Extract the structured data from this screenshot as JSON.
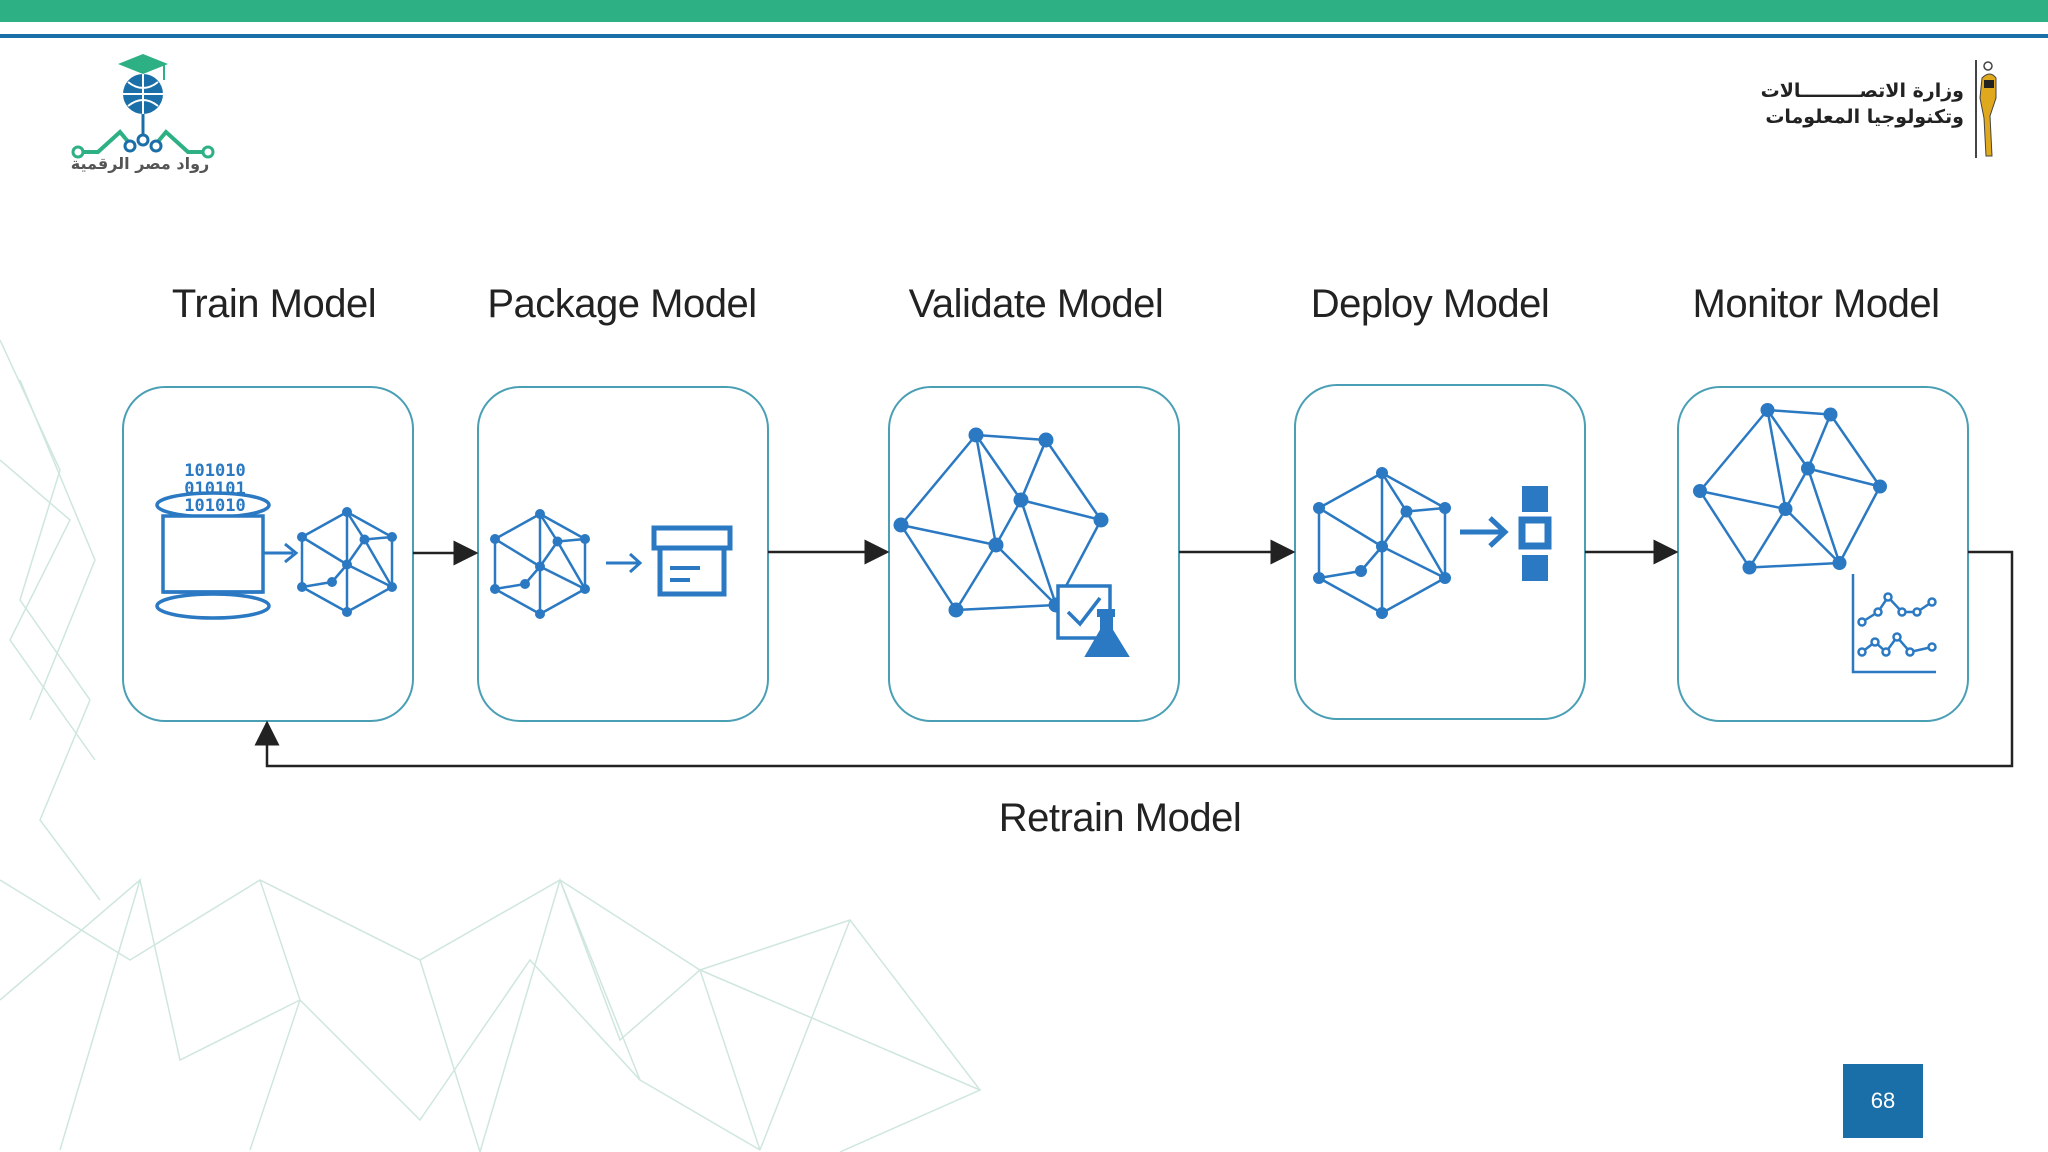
{
  "header": {
    "left_logo_text": "رواد مصر الرقمية",
    "ministry_line1": "وزارة الاتصـــــــــالات",
    "ministry_line2": "وتكنولوجيا المعلومات"
  },
  "diagram": {
    "stages": [
      {
        "label": "Train Model"
      },
      {
        "label": "Package Model"
      },
      {
        "label": "Validate Model"
      },
      {
        "label": "Deploy Model"
      },
      {
        "label": "Monitor Model"
      }
    ],
    "feedback_label": "Retrain Model",
    "binary_rows": [
      "101010",
      "010101",
      "101010"
    ]
  },
  "footer": {
    "page_number": "68"
  },
  "colors": {
    "accent_green": "#2db084",
    "accent_blue": "#1b6fa8",
    "icon_blue": "#2a79c2",
    "box_border": "#4a9fb5"
  }
}
